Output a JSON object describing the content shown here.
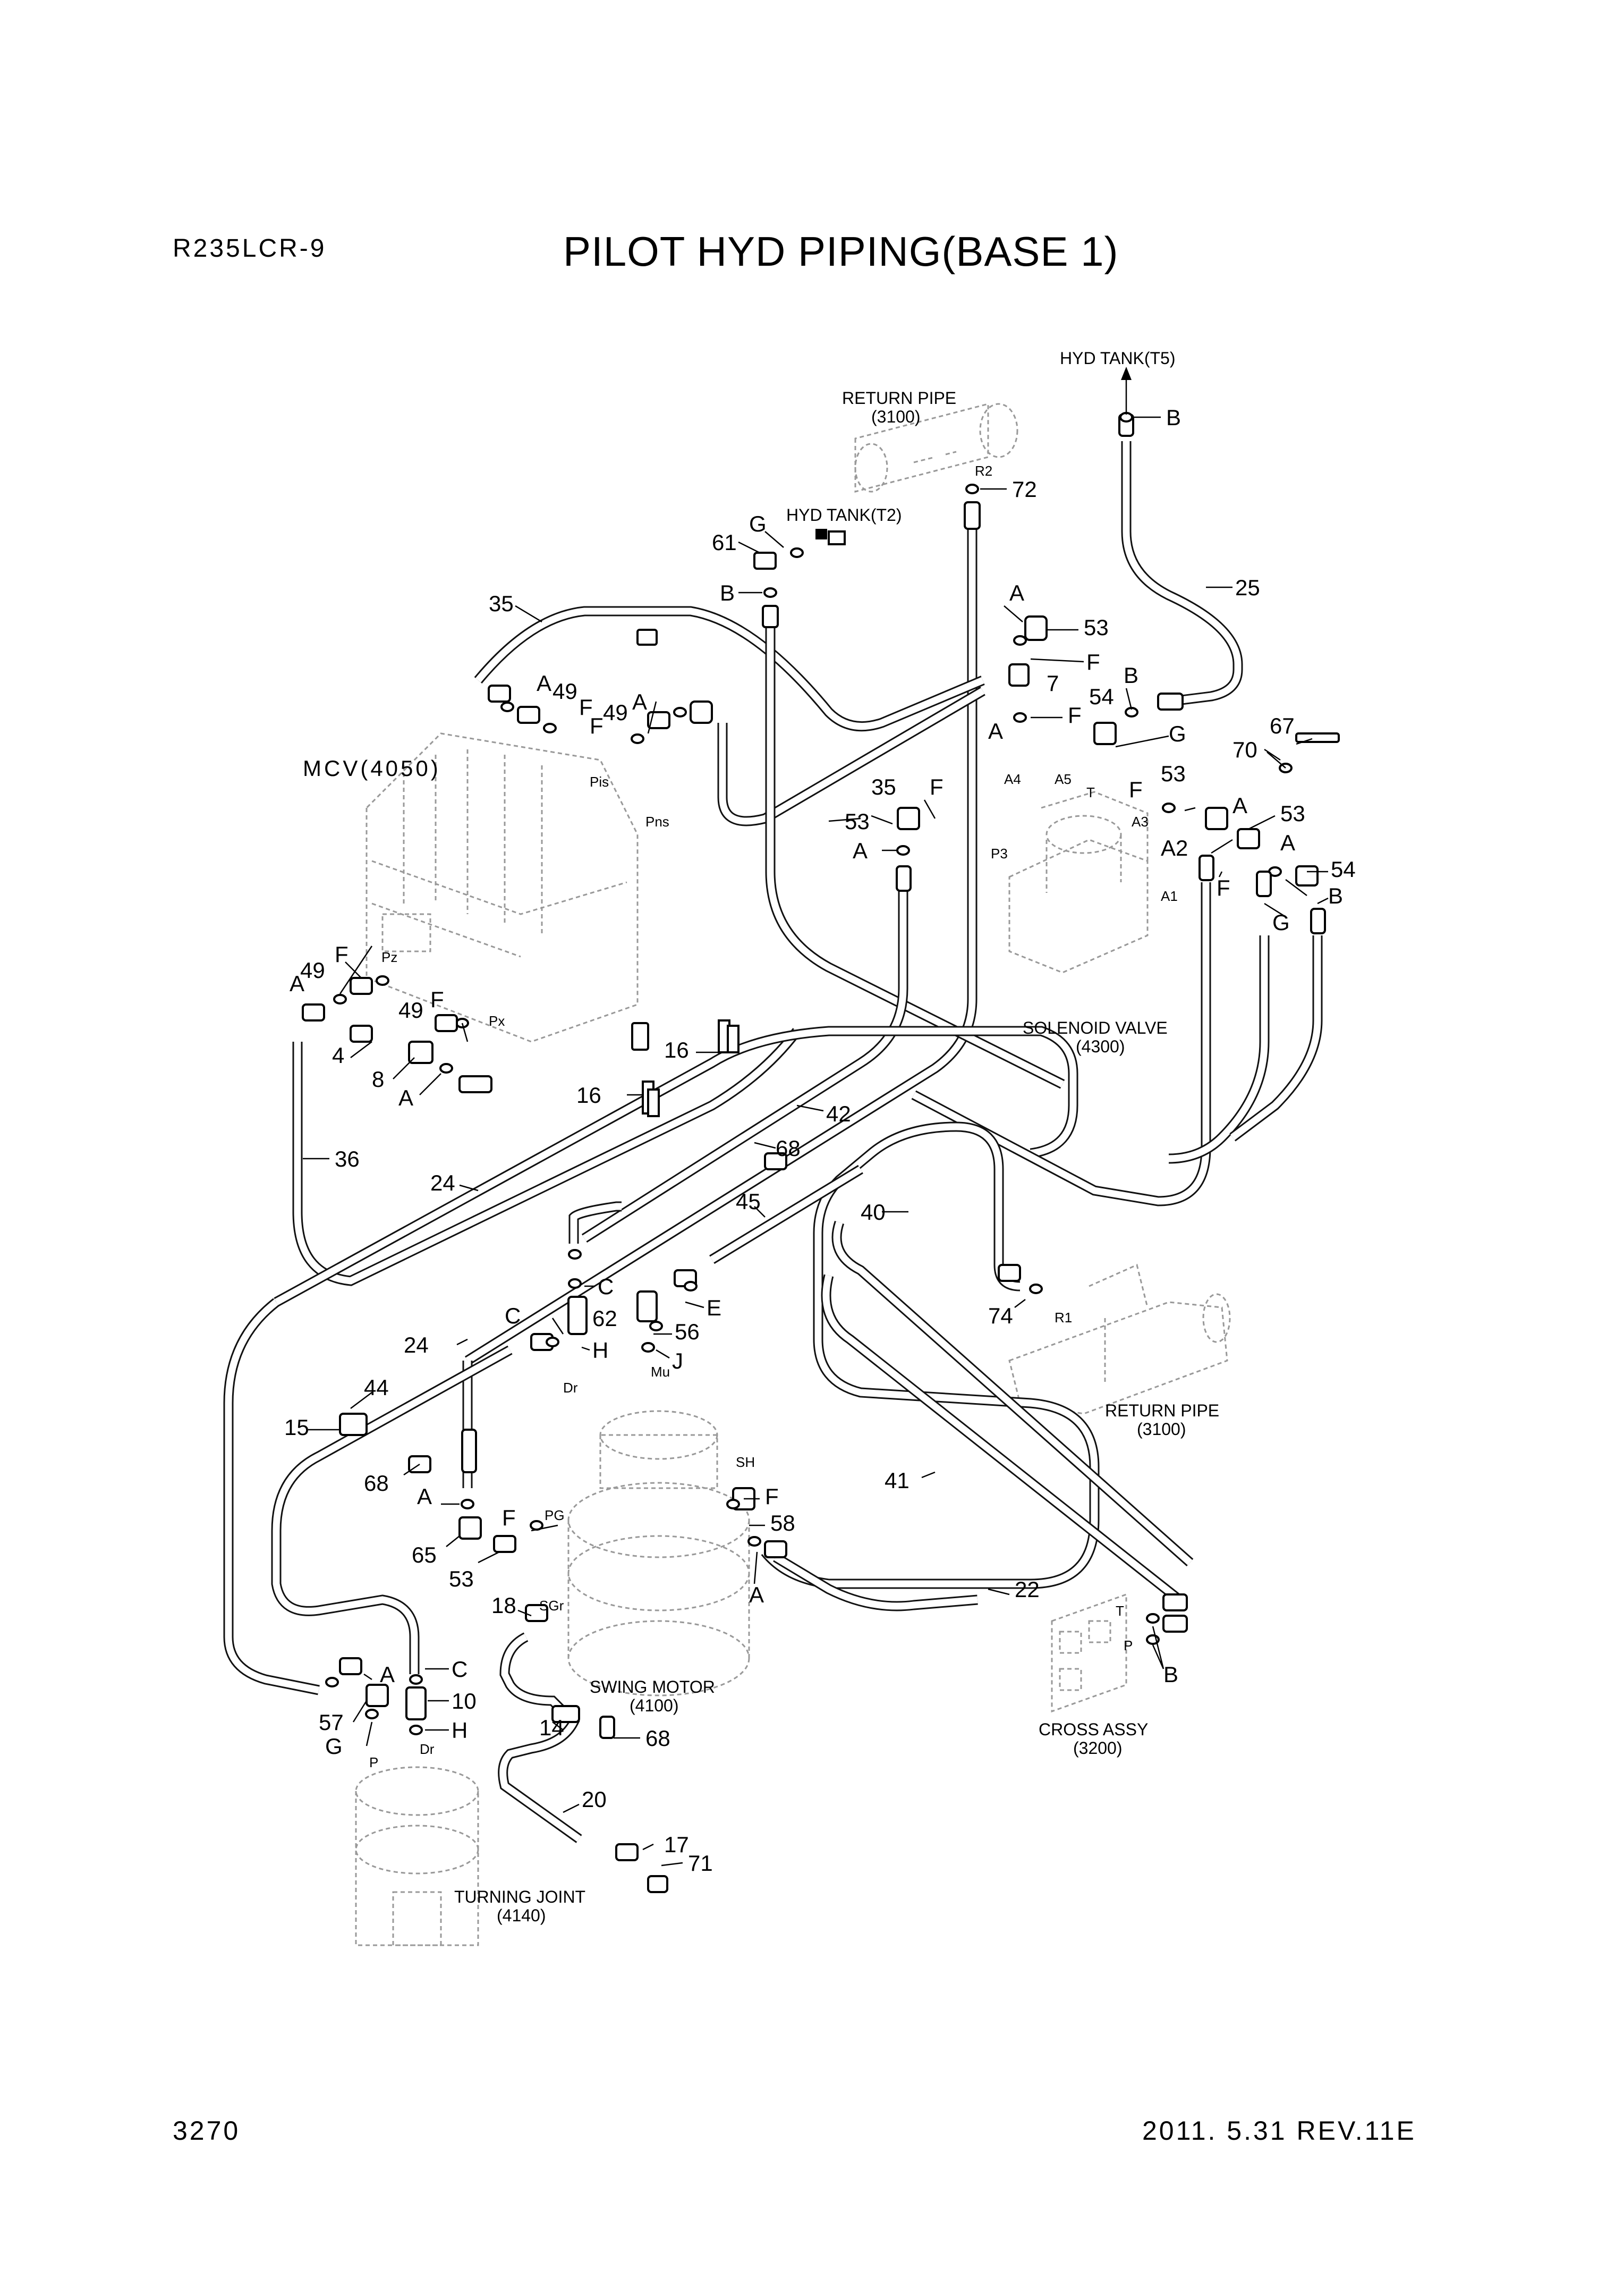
{
  "header": {
    "model": "R235LCR-9",
    "title": "PILOT HYD PIPING(BASE 1)"
  },
  "footer": {
    "page_number": "3270",
    "revision": "2011. 5.31  REV.11E"
  },
  "components": {
    "hyd_tank_t5": "HYD TANK(T5)",
    "return_pipe_top": "RETURN PIPE",
    "return_pipe_top_code": "(3100)",
    "hyd_tank_t2": "HYD TANK(T2)",
    "mcv": "MCV(4050)",
    "solenoid_valve": "SOLENOID VALVE",
    "solenoid_valve_code": "(4300)",
    "return_pipe_right": "RETURN PIPE",
    "return_pipe_right_code": "(3100)",
    "swing_motor": "SWING MOTOR",
    "swing_motor_code": "(4100)",
    "cross_assy": "CROSS ASSY",
    "cross_assy_code": "(3200)",
    "turning_joint": "TURNING JOINT",
    "turning_joint_code": "(4140)"
  },
  "port_labels": {
    "r2": "R2",
    "r1": "R1",
    "pis": "Pis",
    "pns": "Pns",
    "pz": "Pz",
    "px": "Px",
    "p3": "P3",
    "a4": "A4",
    "a5": "A5",
    "t_sol": "T",
    "a3": "A3",
    "a1": "A1",
    "dr_upper": "Dr",
    "mu": "Mu",
    "sh": "SH",
    "pg": "PG",
    "sgr": "SGr",
    "t_cross": "T",
    "p_cross": "P",
    "p_turn": "P",
    "dr_turn": "Dr"
  },
  "callouts": [
    {
      "id": "c-b-top",
      "text": "B"
    },
    {
      "id": "c-72",
      "text": "72"
    },
    {
      "id": "c-g-t2",
      "text": "G"
    },
    {
      "id": "c-61",
      "text": "61"
    },
    {
      "id": "c-b-61",
      "text": "B"
    },
    {
      "id": "c-35a",
      "text": "35"
    },
    {
      "id": "c-25",
      "text": "25"
    },
    {
      "id": "c-a-53",
      "text": "A"
    },
    {
      "id": "c-53a",
      "text": "53"
    },
    {
      "id": "c-f-53",
      "text": "F"
    },
    {
      "id": "c-7",
      "text": "7"
    },
    {
      "id": "c-f-7",
      "text": "F"
    },
    {
      "id": "c-a-7",
      "text": "A"
    },
    {
      "id": "c-b-54",
      "text": "B"
    },
    {
      "id": "c-54a",
      "text": "54"
    },
    {
      "id": "c-g-54",
      "text": "G"
    },
    {
      "id": "c-a-49a",
      "text": "A"
    },
    {
      "id": "c-49a",
      "text": "49"
    },
    {
      "id": "c-f-49a",
      "text": "F"
    },
    {
      "id": "c-f-49b",
      "text": "F"
    },
    {
      "id": "c-49b",
      "text": "49"
    },
    {
      "id": "c-a-49b",
      "text": "A"
    },
    {
      "id": "c-67",
      "text": "67"
    },
    {
      "id": "c-70",
      "text": "70"
    },
    {
      "id": "c-35b",
      "text": "35"
    },
    {
      "id": "c-f-35",
      "text": "F"
    },
    {
      "id": "c-53b",
      "text": "53"
    },
    {
      "id": "c-a-53b",
      "text": "A"
    },
    {
      "id": "c-f-53c",
      "text": "F"
    },
    {
      "id": "c-53c",
      "text": "53"
    },
    {
      "id": "c-a-sol",
      "text": "A"
    },
    {
      "id": "c-53d",
      "text": "53"
    },
    {
      "id": "c-a2",
      "text": "A2"
    },
    {
      "id": "c-a-54",
      "text": "A"
    },
    {
      "id": "c-f-sol",
      "text": "F"
    },
    {
      "id": "c-54b",
      "text": "54"
    },
    {
      "id": "c-g-sol",
      "text": "G"
    },
    {
      "id": "c-b-sol",
      "text": "B"
    },
    {
      "id": "c-49c",
      "text": "49"
    },
    {
      "id": "c-f-49c",
      "text": "F"
    },
    {
      "id": "c-a-49c",
      "text": "A"
    },
    {
      "id": "c-49d",
      "text": "49"
    },
    {
      "id": "c-f-49d",
      "text": "F"
    },
    {
      "id": "c-4",
      "text": "4"
    },
    {
      "id": "c-8",
      "text": "8"
    },
    {
      "id": "c-a-8",
      "text": "A"
    },
    {
      "id": "c-16a",
      "text": "16"
    },
    {
      "id": "c-16b",
      "text": "16"
    },
    {
      "id": "c-42",
      "text": "42"
    },
    {
      "id": "c-36",
      "text": "36"
    },
    {
      "id": "c-24a",
      "text": "24"
    },
    {
      "id": "c-68a",
      "text": "68"
    },
    {
      "id": "c-45",
      "text": "45"
    },
    {
      "id": "c-40",
      "text": "40"
    },
    {
      "id": "c-c-62",
      "text": "C"
    },
    {
      "id": "c-e",
      "text": "E"
    },
    {
      "id": "c-c-left",
      "text": "C"
    },
    {
      "id": "c-62",
      "text": "62"
    },
    {
      "id": "c-56",
      "text": "56"
    },
    {
      "id": "c-h-62",
      "text": "H"
    },
    {
      "id": "c-j",
      "text": "J"
    },
    {
      "id": "c-74",
      "text": "74"
    },
    {
      "id": "c-24b",
      "text": "24"
    },
    {
      "id": "c-44",
      "text": "44"
    },
    {
      "id": "c-15",
      "text": "15"
    },
    {
      "id": "c-68b",
      "text": "68"
    },
    {
      "id": "c-a-68",
      "text": "A"
    },
    {
      "id": "c-41",
      "text": "41"
    },
    {
      "id": "c-f-sh",
      "text": "F"
    },
    {
      "id": "c-58",
      "text": "58"
    },
    {
      "id": "c-f-pg",
      "text": "F"
    },
    {
      "id": "c-65",
      "text": "65"
    },
    {
      "id": "c-53e",
      "text": "53"
    },
    {
      "id": "c-a-58",
      "text": "A"
    },
    {
      "id": "c-22",
      "text": "22"
    },
    {
      "id": "c-18",
      "text": "18"
    },
    {
      "id": "c-a-10",
      "text": "A"
    },
    {
      "id": "c-c-10",
      "text": "C"
    },
    {
      "id": "c-10",
      "text": "10"
    },
    {
      "id": "c-57",
      "text": "57"
    },
    {
      "id": "c-h-10",
      "text": "H"
    },
    {
      "id": "c-g-57",
      "text": "G"
    },
    {
      "id": "c-14",
      "text": "14"
    },
    {
      "id": "c-68c",
      "text": "68"
    },
    {
      "id": "c-20",
      "text": "20"
    },
    {
      "id": "c-17",
      "text": "17"
    },
    {
      "id": "c-71",
      "text": "71"
    },
    {
      "id": "c-b-cross",
      "text": "B"
    }
  ]
}
